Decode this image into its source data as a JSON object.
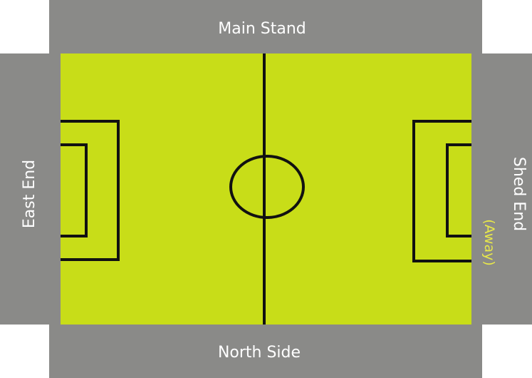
{
  "stands": {
    "top": "Main Stand",
    "bottom": "North Side",
    "left": "East End",
    "right": "Shed End",
    "right_note": "(Away)"
  },
  "colors": {
    "stand": "#8a8a88",
    "pitch": "#c8dd18",
    "lines": "#111111",
    "label": "#ffffff",
    "away_label": "#e8e84a"
  }
}
